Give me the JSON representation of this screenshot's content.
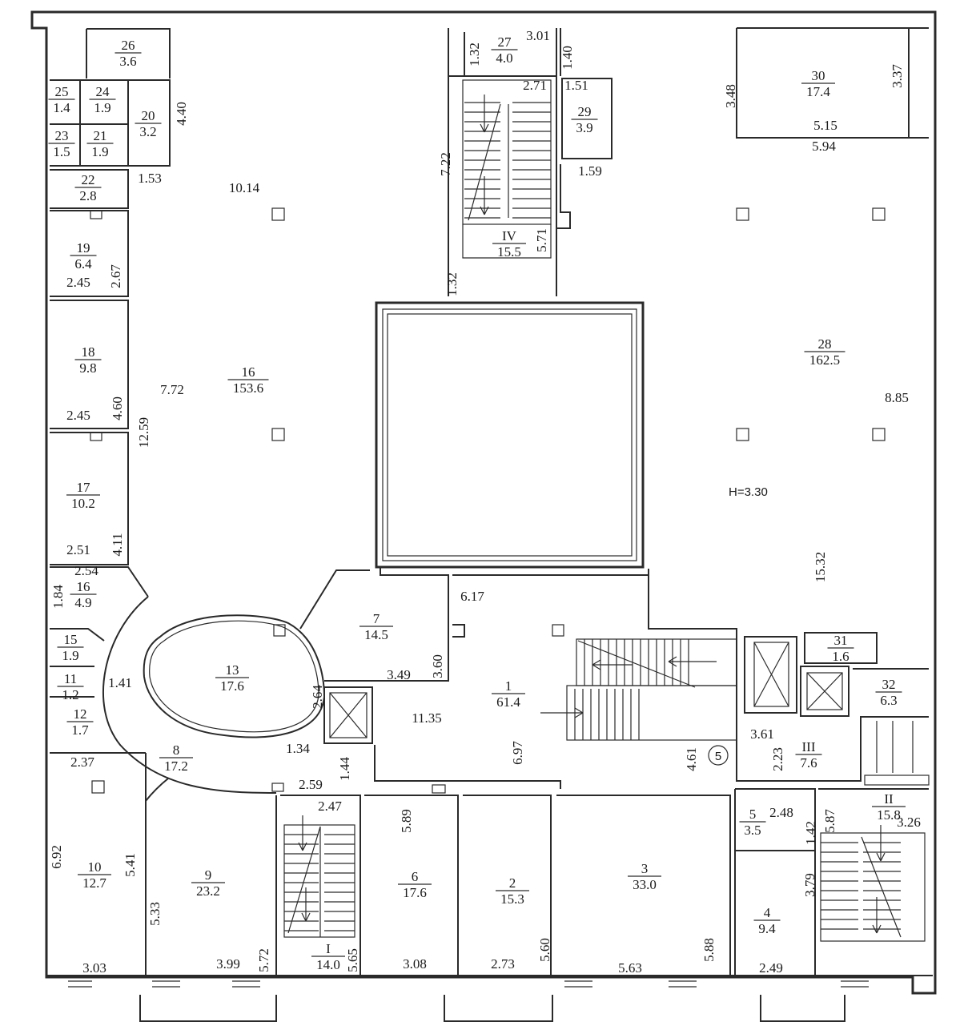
{
  "plan": {
    "height_label": "H=3.30",
    "axis_marker": "5",
    "rooms": [
      {
        "no": "26",
        "area": "3.6"
      },
      {
        "no": "25",
        "area": "1.4"
      },
      {
        "no": "24",
        "area": "1.9"
      },
      {
        "no": "20",
        "area": "3.2"
      },
      {
        "no": "23",
        "area": "1.5"
      },
      {
        "no": "21",
        "area": "1.9"
      },
      {
        "no": "22",
        "area": "2.8"
      },
      {
        "no": "19",
        "area": "6.4"
      },
      {
        "no": "18",
        "area": "9.8"
      },
      {
        "no": "17",
        "area": "10.2"
      },
      {
        "no": "16",
        "area": "4.9"
      },
      {
        "no": "15",
        "area": "1.9"
      },
      {
        "no": "11",
        "area": "1.2"
      },
      {
        "no": "12",
        "area": "1.7"
      },
      {
        "no": "16",
        "area": "153.6"
      },
      {
        "no": "13",
        "area": "17.6"
      },
      {
        "no": "8",
        "area": "17.2"
      },
      {
        "no": "7",
        "area": "14.5"
      },
      {
        "no": "1",
        "area": "61.4"
      },
      {
        "no": "27",
        "area": "4.0"
      },
      {
        "no": "IV",
        "area": "15.5"
      },
      {
        "no": "29",
        "area": "3.9"
      },
      {
        "no": "30",
        "area": "17.4"
      },
      {
        "no": "28",
        "area": "162.5"
      },
      {
        "no": "31",
        "area": "1.6"
      },
      {
        "no": "32",
        "area": "6.3"
      },
      {
        "no": "III",
        "area": "7.6"
      },
      {
        "no": "5",
        "area": "3.5"
      },
      {
        "no": "II",
        "area": "15.8"
      },
      {
        "no": "4",
        "area": "9.4"
      },
      {
        "no": "3",
        "area": "33.0"
      },
      {
        "no": "2",
        "area": "15.3"
      },
      {
        "no": "6",
        "area": "17.6"
      },
      {
        "no": "I",
        "area": "14.0"
      },
      {
        "no": "9",
        "area": "23.2"
      },
      {
        "no": "10",
        "area": "12.7"
      }
    ],
    "dimensions": [
      "4.40",
      "1.53",
      "10.14",
      "2.67",
      "2.45",
      "2.45",
      "4.60",
      "7.72",
      "12.59",
      "4.11",
      "2.51",
      "2.54",
      "1.84",
      "1.41",
      "2.37",
      "1.34",
      "2.64",
      "1.44",
      "2.59",
      "3.49",
      "3.60",
      "6.17",
      "11.35",
      "6.97",
      "1.32",
      "3.01",
      "2.71",
      "1.40",
      "1.51",
      "1.59",
      "7.22",
      "5.71",
      "1.32",
      "3.48",
      "3.37",
      "5.15",
      "5.94",
      "8.85",
      "15.32",
      "3.61",
      "2.23",
      "4.61",
      "2.48",
      "1.42",
      "5.87",
      "3.26",
      "3.79",
      "2.49",
      "5.88",
      "5.63",
      "5.60",
      "2.73",
      "5.89",
      "3.08",
      "5.65",
      "2.47",
      "5.72",
      "3.99",
      "5.33",
      "5.41",
      "6.92",
      "3.03"
    ]
  }
}
